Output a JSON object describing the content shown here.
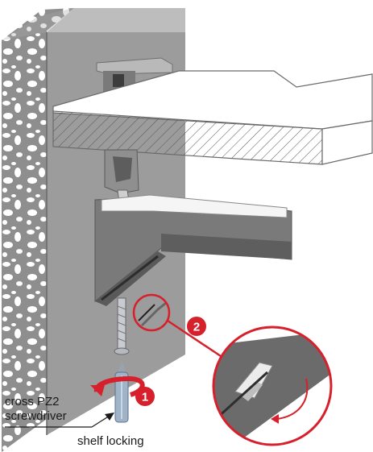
{
  "labels": {
    "tool_line1": "cross PZ2",
    "tool_line2": "screwdriver",
    "shelf_locking": "shelf locking"
  },
  "steps": [
    {
      "number": "1"
    },
    {
      "number": "2"
    }
  ],
  "colors": {
    "accent_red": "#d6202b",
    "wall_face": "#9c9c9c",
    "wall_edge": "#c4c4c4",
    "bracket_dark": "#6f6f6f",
    "shelf_top": "#ffffff",
    "hatch": "#555555",
    "screwdriver_blue": "#9fb4c9"
  },
  "icons": [
    "rotate-arrow-icon",
    "pointer-arrow-icon",
    "step-number-badge"
  ]
}
